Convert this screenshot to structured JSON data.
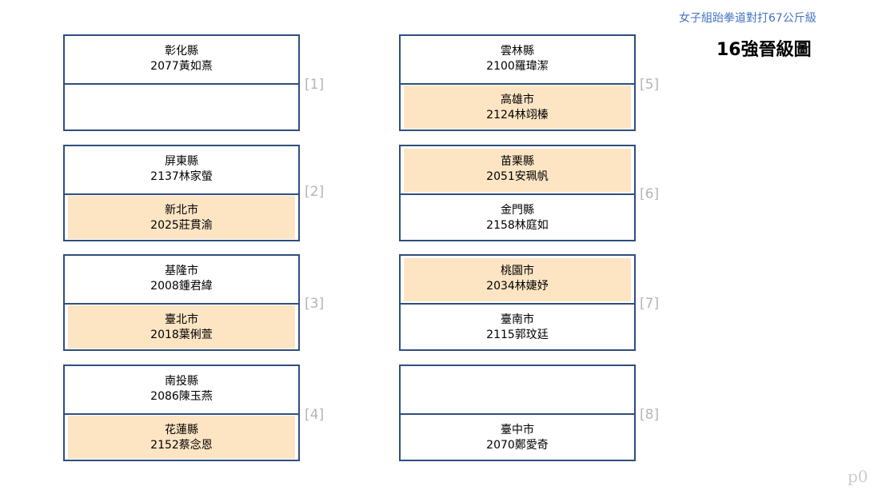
{
  "header": {
    "subtitle": "女子組跆拳道對打67公斤級",
    "title": "16強晉級圖"
  },
  "page_label": "p0",
  "colors": {
    "border": "#2e4e7e",
    "winner_fill": "#fde5c4",
    "subtitle": "#4472c4",
    "match_number": "#b5b5b5"
  },
  "matches": [
    {
      "number": "[1]",
      "top": {
        "county": "彰化縣",
        "entry": "2077黃如熹",
        "winner": false
      },
      "bottom": {
        "county": "",
        "entry": "",
        "winner": false
      }
    },
    {
      "number": "[2]",
      "top": {
        "county": "屏東縣",
        "entry": "2137林家螢",
        "winner": false
      },
      "bottom": {
        "county": "新北市",
        "entry": "2025莊貫渝",
        "winner": true
      }
    },
    {
      "number": "[3]",
      "top": {
        "county": "基隆市",
        "entry": "2008鍾君緯",
        "winner": false
      },
      "bottom": {
        "county": "臺北市",
        "entry": "2018葉俐萱",
        "winner": true
      }
    },
    {
      "number": "[4]",
      "top": {
        "county": "南投縣",
        "entry": "2086陳玉燕",
        "winner": false
      },
      "bottom": {
        "county": "花蓮縣",
        "entry": "2152蔡念恩",
        "winner": true
      }
    },
    {
      "number": "[5]",
      "top": {
        "county": "雲林縣",
        "entry": "2100羅瑋潔",
        "winner": false
      },
      "bottom": {
        "county": "高雄市",
        "entry": "2124林翊榛",
        "winner": true
      }
    },
    {
      "number": "[6]",
      "top": {
        "county": "苗栗縣",
        "entry": "2051安珮帆",
        "winner": true
      },
      "bottom": {
        "county": "金門縣",
        "entry": "2158林庭如",
        "winner": false
      }
    },
    {
      "number": "[7]",
      "top": {
        "county": "桃園市",
        "entry": "2034林婕妤",
        "winner": true
      },
      "bottom": {
        "county": "臺南市",
        "entry": "2115郭玟廷",
        "winner": false
      }
    },
    {
      "number": "[8]",
      "top": {
        "county": "",
        "entry": "",
        "winner": false
      },
      "bottom": {
        "county": "臺中市",
        "entry": "2070鄭愛奇",
        "winner": false
      }
    }
  ]
}
